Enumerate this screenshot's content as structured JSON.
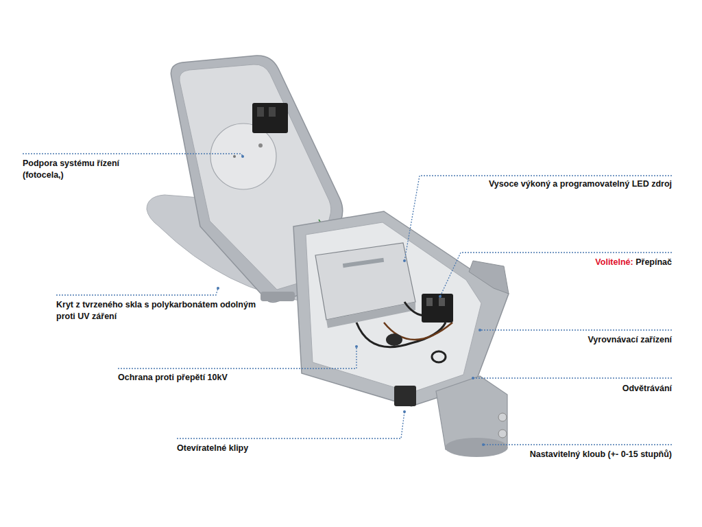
{
  "diagram": {
    "labels": [
      "Podpora systému řízení (fotocela,)",
      "Vysoce výkoný a programovatelný LED zdroj",
      "Volitelné:",
      "Přepínač",
      "Kryt z tvrzeného skla s polykarbonátem odolným proti UV záření",
      "Vyrovnávací zařízení",
      "Ochrana proti přepětí 10kV",
      "Odvětrávání",
      "Otevíratelné klipy",
      "Nastavitelný kloub (+- 0-15 stupňů)"
    ]
  }
}
